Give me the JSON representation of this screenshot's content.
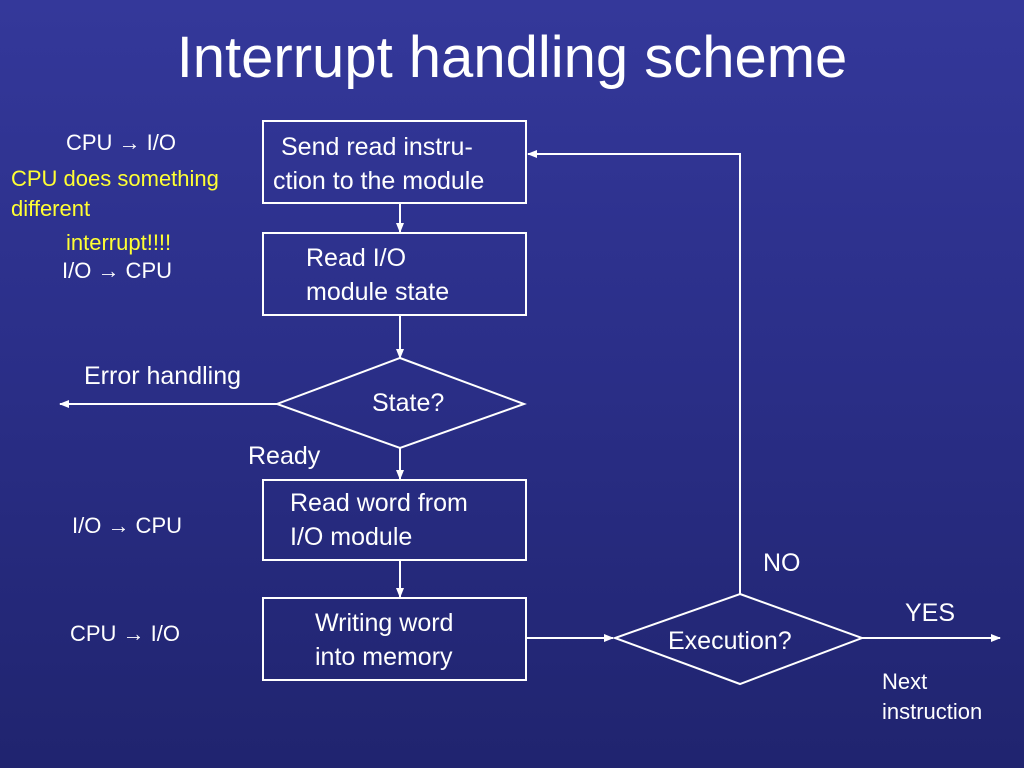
{
  "title": "Interrupt handling scheme",
  "colors": {
    "background": "#2b2f89",
    "text": "#ffffff",
    "highlight": "#ffff33"
  },
  "nodes": {
    "send": [
      "Send read instru-",
      "ction to the module"
    ],
    "read_state": [
      "Read I/O",
      "module state"
    ],
    "state_decision": "State?",
    "read_word": [
      "Read word from",
      "I/O module"
    ],
    "write_word": [
      "Writing word",
      "into memory"
    ],
    "execution_decision": "Execution?"
  },
  "edge_labels": {
    "error": "Error handling",
    "ready": "Ready",
    "no": "NO",
    "yes": "YES",
    "next": [
      "Next",
      "instruction"
    ]
  },
  "side_notes": {
    "cpu_io_1": "CPU → I/O",
    "does_something": [
      "CPU does something",
      "different"
    ],
    "interrupt": "interrupt!!!!",
    "io_cpu_1": "I/O → CPU",
    "io_cpu_2": "I/O → CPU",
    "cpu_io_2": "CPU → I/O"
  }
}
